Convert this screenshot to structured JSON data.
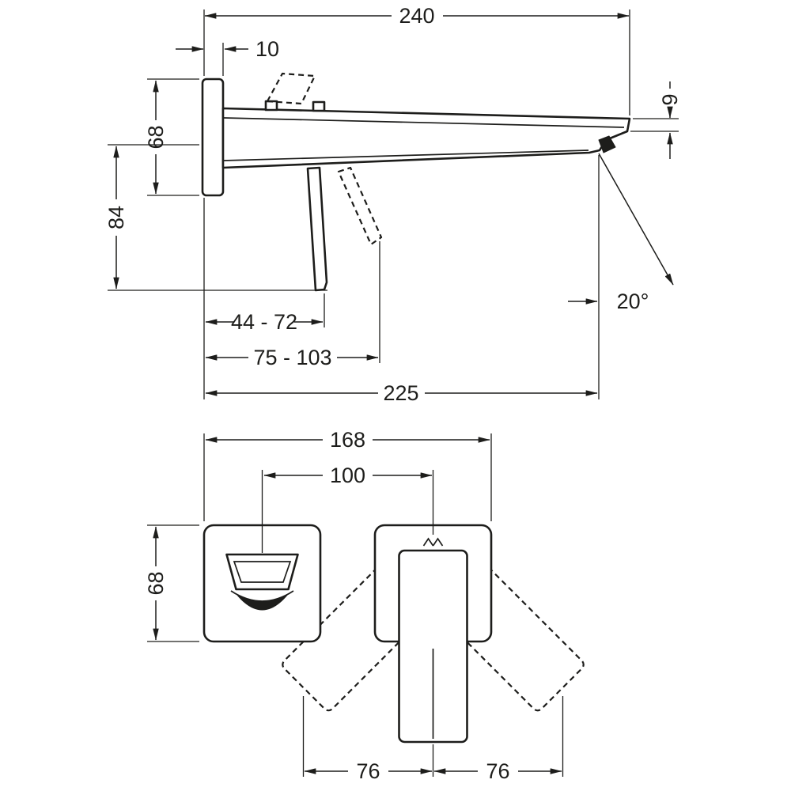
{
  "diagram": {
    "type": "technical-dimension-drawing",
    "subject": "wall-mounted single-lever basin mixer",
    "units": "mm",
    "line_color": "#1d1d1b",
    "side_view": {
      "width_total": "240",
      "plate_depth": "10",
      "plate_height": "68",
      "handle_drop": "84",
      "spout_tip_height": "9",
      "spray_angle": "20°",
      "handle_range": "44 - 72",
      "lever_range": "75 - 103",
      "spout_projection": "225"
    },
    "front_view": {
      "overall_width": "168",
      "center_distance": "100",
      "plate_height": "68",
      "swing_left": "76",
      "swing_right": "76"
    }
  }
}
